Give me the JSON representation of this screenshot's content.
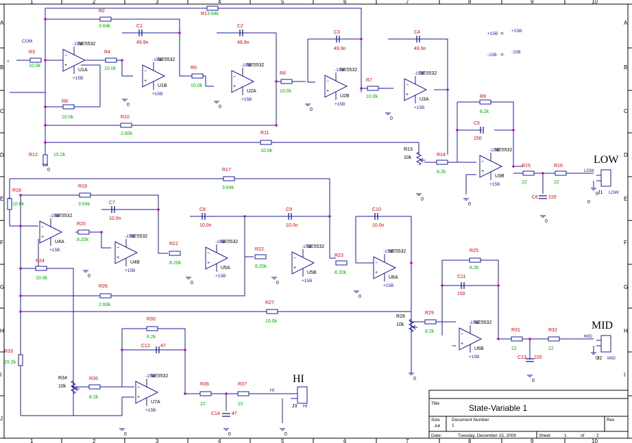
{
  "border": {
    "columns": [
      "1",
      "2",
      "3",
      "4",
      "5",
      "6",
      "7",
      "8",
      "9",
      "10"
    ],
    "rows": [
      "A",
      "B",
      "C",
      "D",
      "E",
      "F",
      "G",
      "H",
      "I",
      "J"
    ]
  },
  "labels": {
    "com": "COM",
    "low": "LOW",
    "mid": "MID",
    "hi": "HI",
    "zero": "0",
    "p15": "+15B",
    "m15": "-15B"
  },
  "power": [
    {
      "net": "+15B",
      "src": "+15B"
    },
    {
      "net": "-15B",
      "src": "-15B"
    }
  ],
  "resistors": [
    {
      "ref": "R1",
      "val": "3.64k"
    },
    {
      "ref": "R2",
      "val": "3.64k"
    },
    {
      "ref": "R3",
      "val": "10.0k"
    },
    {
      "ref": "R4",
      "val": "10.0k"
    },
    {
      "ref": "R5",
      "val": "10.0k"
    },
    {
      "ref": "R6",
      "val": "10.0k"
    },
    {
      "ref": "R7",
      "val": "10.0k"
    },
    {
      "ref": "R8",
      "val": "10.0k"
    },
    {
      "ref": "R9",
      "val": "8.2k"
    },
    {
      "ref": "R10",
      "val": "2.60k"
    },
    {
      "ref": "R11",
      "val": "10.0k"
    },
    {
      "ref": "R12",
      "val": "15.2k"
    },
    {
      "ref": "R13",
      "val": "10k"
    },
    {
      "ref": "R14",
      "val": "8.2k"
    },
    {
      "ref": "R15",
      "val": "22"
    },
    {
      "ref": "R16",
      "val": "22"
    },
    {
      "ref": "R17",
      "val": "3.64k"
    },
    {
      "ref": "R18",
      "val": "10.0k"
    },
    {
      "ref": "R19",
      "val": "3.64k"
    },
    {
      "ref": "R20",
      "val": "8.20k"
    },
    {
      "ref": "R21",
      "val": "8.20k"
    },
    {
      "ref": "R22",
      "val": "8.20k"
    },
    {
      "ref": "R23",
      "val": "8.20k"
    },
    {
      "ref": "R24",
      "val": "10.0k"
    },
    {
      "ref": "R25",
      "val": "8.2k"
    },
    {
      "ref": "R26",
      "val": "2.60k"
    },
    {
      "ref": "R27",
      "val": "10.0k"
    },
    {
      "ref": "R28",
      "val": "10k"
    },
    {
      "ref": "R29",
      "val": "8.2k"
    },
    {
      "ref": "R30",
      "val": "8.2k"
    },
    {
      "ref": "R31",
      "val": "22"
    },
    {
      "ref": "R32",
      "val": "22"
    },
    {
      "ref": "R33",
      "val": "15.2k"
    },
    {
      "ref": "R34",
      "val": "10k"
    },
    {
      "ref": "R35",
      "val": "8.2k"
    },
    {
      "ref": "R36",
      "val": "22"
    },
    {
      "ref": "R37",
      "val": "22"
    }
  ],
  "capacitors": [
    {
      "ref": "C1",
      "val": "49.9n"
    },
    {
      "ref": "C2",
      "val": "49.9n"
    },
    {
      "ref": "C3",
      "val": "49.9n"
    },
    {
      "ref": "C4",
      "val": "49.9n"
    },
    {
      "ref": "C5",
      "val": "150"
    },
    {
      "ref": "C6",
      "val": "220"
    },
    {
      "ref": "C7",
      "val": "10.0n"
    },
    {
      "ref": "C8",
      "val": "10.0n"
    },
    {
      "ref": "C9",
      "val": "10.0n"
    },
    {
      "ref": "C10",
      "val": "10.0n"
    },
    {
      "ref": "C11",
      "val": "150"
    },
    {
      "ref": "C12",
      "val": "47"
    },
    {
      "ref": "C13",
      "val": "220"
    },
    {
      "ref": "C14",
      "val": "47"
    }
  ],
  "opamps": [
    {
      "ref": "U1A",
      "part": "NE5532"
    },
    {
      "ref": "U1B",
      "part": "NE5532"
    },
    {
      "ref": "U2A",
      "part": "NE5532"
    },
    {
      "ref": "U2B",
      "part": "NE5532"
    },
    {
      "ref": "U3A",
      "part": "NE5532"
    },
    {
      "ref": "U3B",
      "part": "NE5532"
    },
    {
      "ref": "U4A",
      "part": "NE5532"
    },
    {
      "ref": "U4B",
      "part": "NE5532"
    },
    {
      "ref": "U5A",
      "part": "NE5532"
    },
    {
      "ref": "U5B",
      "part": "NE5532"
    },
    {
      "ref": "U6A",
      "part": "NE5532"
    },
    {
      "ref": "U6B",
      "part": "NE5532"
    },
    {
      "ref": "U7A",
      "part": "NE5532"
    }
  ],
  "connectors": [
    {
      "ref": "J1",
      "net": "LOW"
    },
    {
      "ref": "J2",
      "net": "MID"
    },
    {
      "ref": "J3",
      "net": "HI"
    }
  ],
  "title_block": {
    "title_label": "Title",
    "title": "State-Variable 1",
    "size_label": "Size",
    "size": "A4",
    "docnum_label": "Document Number",
    "docnum": "1",
    "rev_label": "Rev",
    "date_label": "Date:",
    "date": "Tuesday, December 15, 2009",
    "sheet_label": "Sheet",
    "sheet": "1",
    "of_label": "of",
    "of": "2"
  },
  "colors": {
    "wire": "#1a1a9a",
    "ref": "#d00000",
    "value": "#00aa00",
    "junction": "#c000c0"
  }
}
